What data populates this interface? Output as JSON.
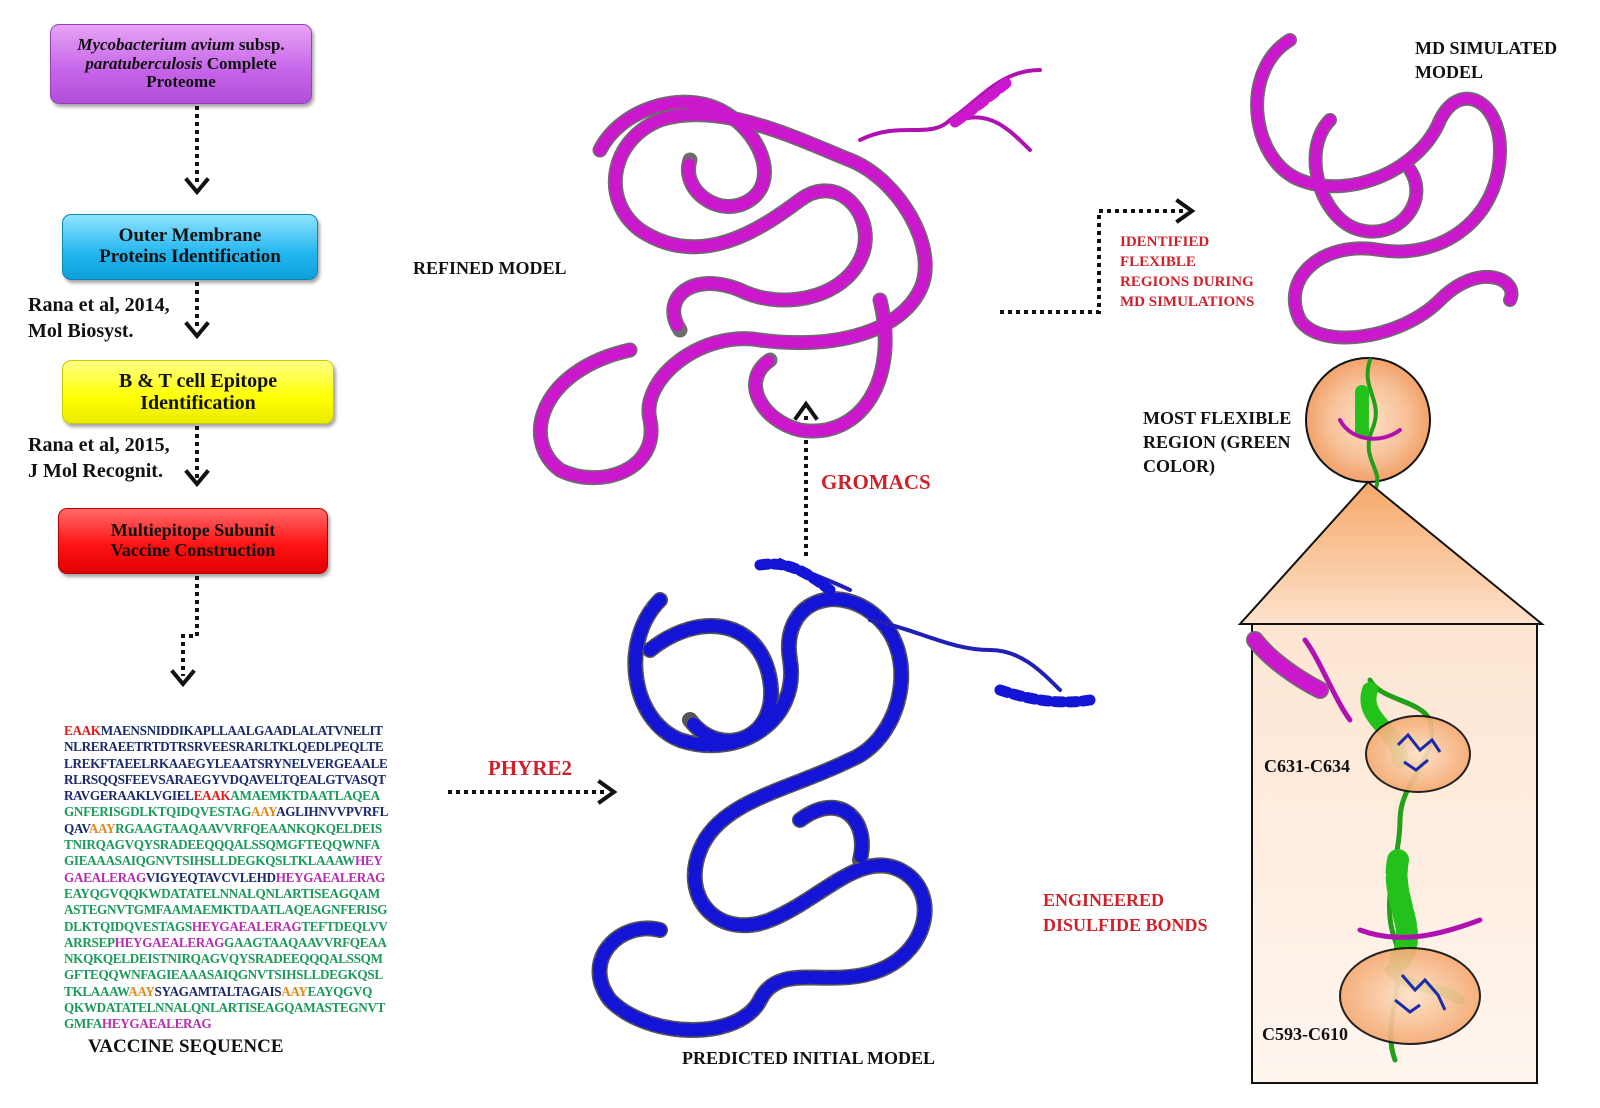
{
  "flowchart": {
    "box1": {
      "line1_italic": "Mycobacterium avium",
      "line1_rest": " subsp.",
      "line2_italic": "paratuberculosis",
      "line2_rest": " Complete",
      "line3": "Proteome"
    },
    "box2": {
      "line1": "Outer Membrane",
      "line2": "Proteins Identification"
    },
    "box3": {
      "line1": "B & T cell Epitope",
      "line2": "Identification"
    },
    "box4": {
      "line1": "Multiepitope Subunit",
      "line2": "Vaccine Construction"
    },
    "ref1": {
      "line1": "Rana et al, 2014,",
      "line2": "Mol Biosyst."
    },
    "ref2": {
      "line1": "Rana et al, 2015,",
      "line2": "J Mol Recognit."
    }
  },
  "sequence": {
    "label": "VACCINE SEQUENCE",
    "lines": [
      [
        [
          "r",
          "EAAK"
        ],
        [
          "n",
          "MAENSNIDDIKAPLLAALGAADLALATVNELIT"
        ]
      ],
      [
        [
          "n",
          "NLRERAEETRTDTRSRVEESRARLTKLQEDLPEQLTE"
        ]
      ],
      [
        [
          "n",
          "LREKFTAEELRKAAEGYLEAATSRYNELVERGEAALE"
        ]
      ],
      [
        [
          "n",
          "RLRSQQSFEEVSARAEGYVDQAVELTQEALGTVASQT"
        ]
      ],
      [
        [
          "n",
          "RAVGERAAKLVGIEL"
        ],
        [
          "r",
          "EAAK"
        ],
        [
          "g",
          "AMAEMKTDAATLAQEA"
        ]
      ],
      [
        [
          "g",
          "GNFERISGDLKTQIDQVESTAG"
        ],
        [
          "o",
          "AAY"
        ],
        [
          "n",
          "AGLIHNVVPVRFL"
        ]
      ],
      [
        [
          "n",
          "QAV"
        ],
        [
          "o",
          "AAY"
        ],
        [
          "g",
          "RGAAGTAAQAAVVRFQEAANKQKQELDEIS"
        ]
      ],
      [
        [
          "g",
          "TNIRQAGVQYSRADEEQQQALSSQMGFTEQQWNFA"
        ]
      ],
      [
        [
          "g",
          "GIEAAASAIQGNVTSIHSLLDEGKQSLTKLAAAW"
        ],
        [
          "m",
          "HEY"
        ]
      ],
      [
        [
          "m",
          "GAEALERAG"
        ],
        [
          "n",
          "VIGYEQTAVCVLEHD"
        ],
        [
          "m",
          "HEYGAEALERAG"
        ]
      ],
      [
        [
          "g",
          "EAYQGVQQKWDATATELNNALQNLARTISEAGQAM"
        ]
      ],
      [
        [
          "g",
          "ASTEGNVTGMFAAMAEMKTDAATLAQEAGNFERISG"
        ]
      ],
      [
        [
          "g",
          "DLKTQIDQVESTAGS"
        ],
        [
          "m",
          "HEYGAEALERAG"
        ],
        [
          "g",
          "TEFTDEQLVV"
        ]
      ],
      [
        [
          "g",
          "ARRSEP"
        ],
        [
          "m",
          "HEYGAEALERAG"
        ],
        [
          "g",
          "GAAGTAAQAAVVRFQEAA"
        ]
      ],
      [
        [
          "g",
          "NKQKQELDEISTNIRQAGVQYSRADEEQQQALSSQM"
        ]
      ],
      [
        [
          "g",
          "GFTEQQWNFAGIEAAASAIQGNVTSIHSLLDEGKQSL"
        ]
      ],
      [
        [
          "g",
          "TKLAAAW"
        ],
        [
          "o",
          "AAY"
        ],
        [
          "n",
          "SYAGAMTALTAGAIS"
        ],
        [
          "o",
          "AAY"
        ],
        [
          "g",
          "EAYQGVQ"
        ]
      ],
      [
        [
          "g",
          "QKWDATATELNNALQNLARTISEAGQAMASTEGNVT"
        ]
      ],
      [
        [
          "g",
          "GMFA"
        ],
        [
          "m",
          "HEYGAEALERAG"
        ]
      ]
    ]
  },
  "models": {
    "refined": "REFINED MODEL",
    "predicted": "PREDICTED INITIAL MODEL",
    "md_line1": "MD SIMULATED",
    "md_line2": "MODEL"
  },
  "steps": {
    "phyre2": "PHYRE2",
    "gromacs": "GROMACS",
    "flex_line1": "IDENTIFIED",
    "flex_line2": "FLEXIBLE",
    "flex_line3": "REGIONS DURING",
    "flex_line4": "MD SIMULATIONS"
  },
  "flexible_region": {
    "line1": "MOST FLEXIBLE",
    "line2": "REGION (GREEN",
    "line3": "COLOR)"
  },
  "disulfide": {
    "line1": "ENGINEERED",
    "line2": "DISULFIDE BONDS",
    "bond1": "C631-C634",
    "bond2": "C593-C610"
  },
  "colors": {
    "refined_helix": "#cc18cc",
    "initial_helix": "#1414d6",
    "flexible_helix": "#22c21a",
    "helix_shade": "#6a6a6a",
    "label_red": "#d0202a",
    "disulfide_zoom": "#f7b27a"
  }
}
